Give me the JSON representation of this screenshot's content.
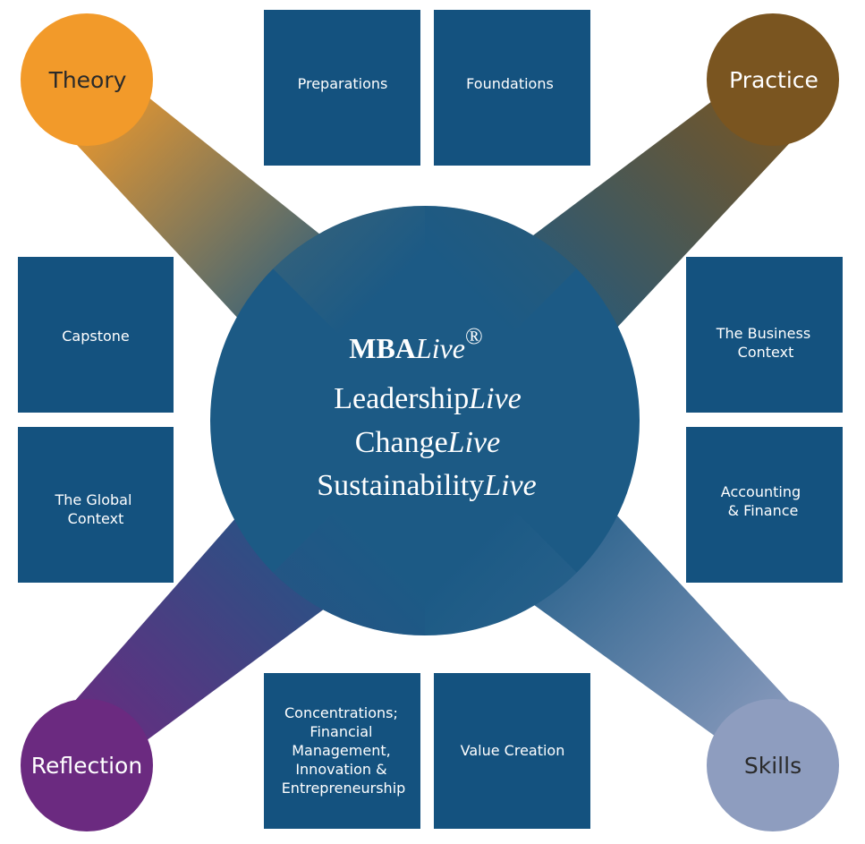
{
  "center": {
    "brand_main": "MBA",
    "brand_italic": "Live",
    "registered_mark": "®",
    "programs": [
      {
        "main": "Leadership",
        "italic": "Live"
      },
      {
        "main": "Change",
        "italic": "Live"
      },
      {
        "main": "Sustainability",
        "italic": "Live"
      }
    ]
  },
  "corners": [
    {
      "id": "theory",
      "label": "Theory",
      "color": "#F29A2A",
      "text_color": "#2a2a2a"
    },
    {
      "id": "practice",
      "label": "Practice",
      "color": "#7A5520",
      "text_color": "#ffffff"
    },
    {
      "id": "reflection",
      "label": "Reflection",
      "color": "#6B2A80",
      "text_color": "#ffffff"
    },
    {
      "id": "skills",
      "label": "Skills",
      "color": "#8E9DBF",
      "text_color": "#2a2a2a"
    }
  ],
  "modules": [
    {
      "id": "preparations",
      "lines": [
        "Preparations"
      ]
    },
    {
      "id": "foundations",
      "lines": [
        "Foundations"
      ]
    },
    {
      "id": "capstone",
      "lines": [
        "Capstone"
      ]
    },
    {
      "id": "business-context",
      "lines": [
        "The Business",
        "Context"
      ]
    },
    {
      "id": "global-context",
      "lines": [
        "The Global",
        "Context"
      ]
    },
    {
      "id": "accounting-finance",
      "lines": [
        "Accounting",
        "& Finance"
      ]
    },
    {
      "id": "concentrations",
      "lines": [
        "Concentrations;",
        "Financial",
        "Management,",
        "Innovation &",
        "Entrepreneurship"
      ]
    },
    {
      "id": "value-creation",
      "lines": [
        "Value Creation"
      ]
    }
  ],
  "colors": {
    "module_box": "#14527F",
    "center_circle": "#1C5A85"
  }
}
